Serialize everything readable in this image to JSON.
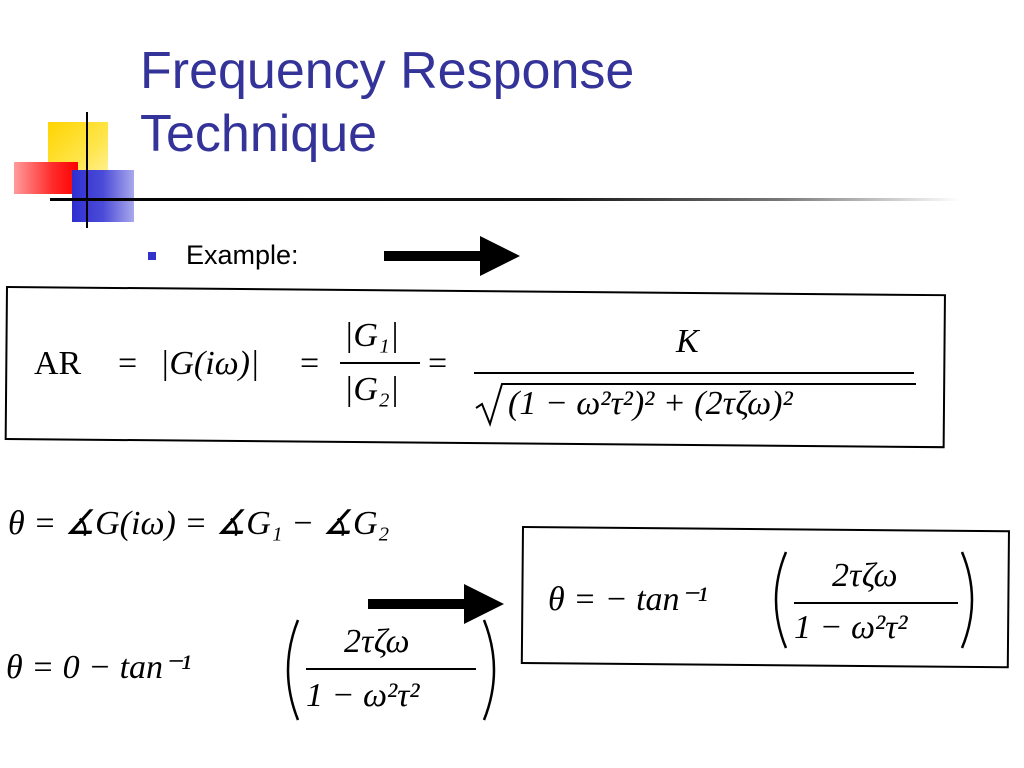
{
  "slide": {
    "title_line1": "Frequency Response",
    "title_line2": "Technique",
    "bullet": "Example:"
  },
  "equations": {
    "ar": {
      "lhs": "AR",
      "eq1": "=",
      "mag_g": "|G(iω)|",
      "eq2": "=",
      "num1": "|G₁|",
      "den1": "|G₂|",
      "eq3": "=",
      "num2": "K",
      "den2": "(1 − ω²τ²)² + (2τζω)²"
    },
    "theta_def": "θ = ∡G(iω) = ∡G₁ − ∡G₂",
    "theta_expanded": {
      "lhs": "θ = 0 − tan⁻¹",
      "num": "2τζω",
      "den": "1 − ω²τ²"
    },
    "theta_result": {
      "lhs": "θ = − tan⁻¹",
      "num": "2τζω",
      "den": "1 − ω²τ²"
    }
  },
  "colors": {
    "title": "#333399",
    "bullet": "#3333cc",
    "accent_yellow": "#ffd400",
    "accent_red": "#ff2b2b",
    "accent_blue": "#3a3ad0"
  }
}
